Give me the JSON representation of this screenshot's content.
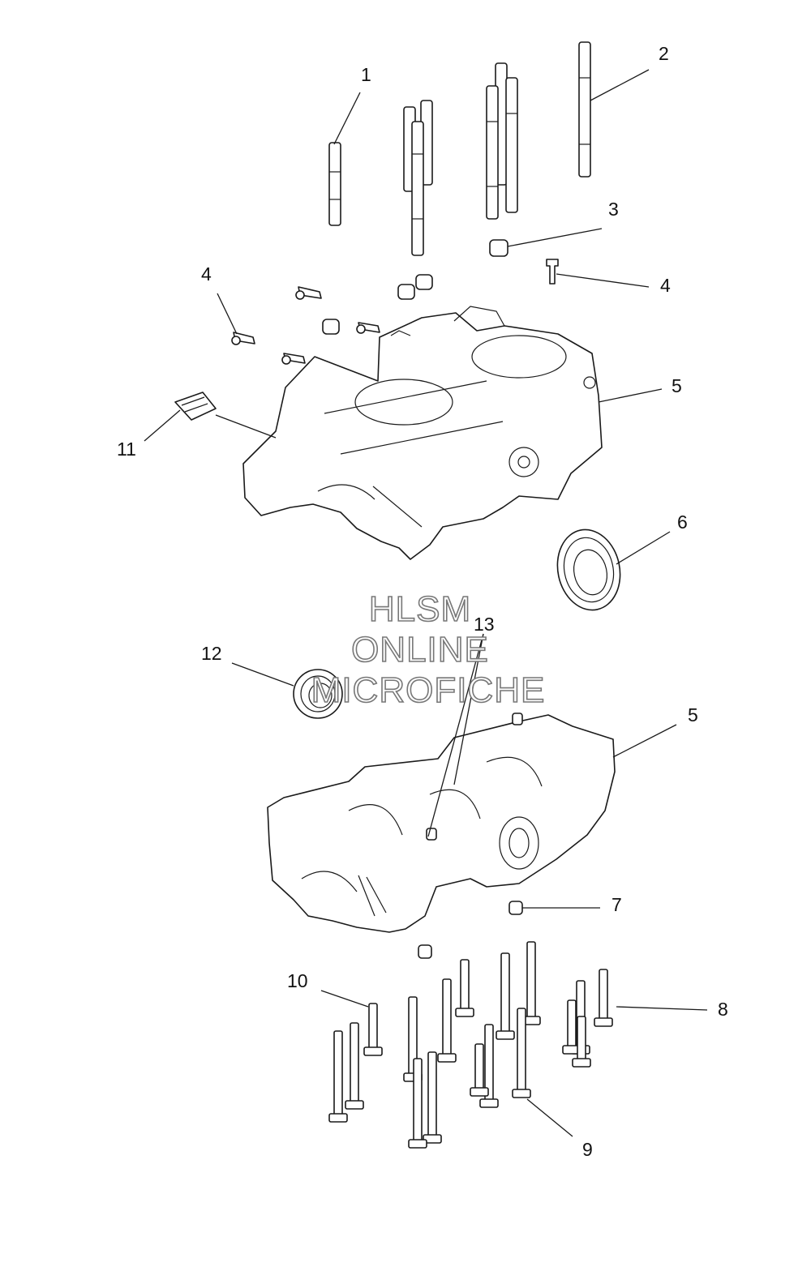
{
  "watermark": {
    "line1": "HLSM",
    "line2": "ONLINE",
    "line3": "MICROFICHE"
  },
  "callouts": [
    "1",
    "2",
    "3",
    "4",
    "4",
    "5",
    "5",
    "6",
    "7",
    "8",
    "9",
    "10",
    "11",
    "12",
    "13"
  ]
}
